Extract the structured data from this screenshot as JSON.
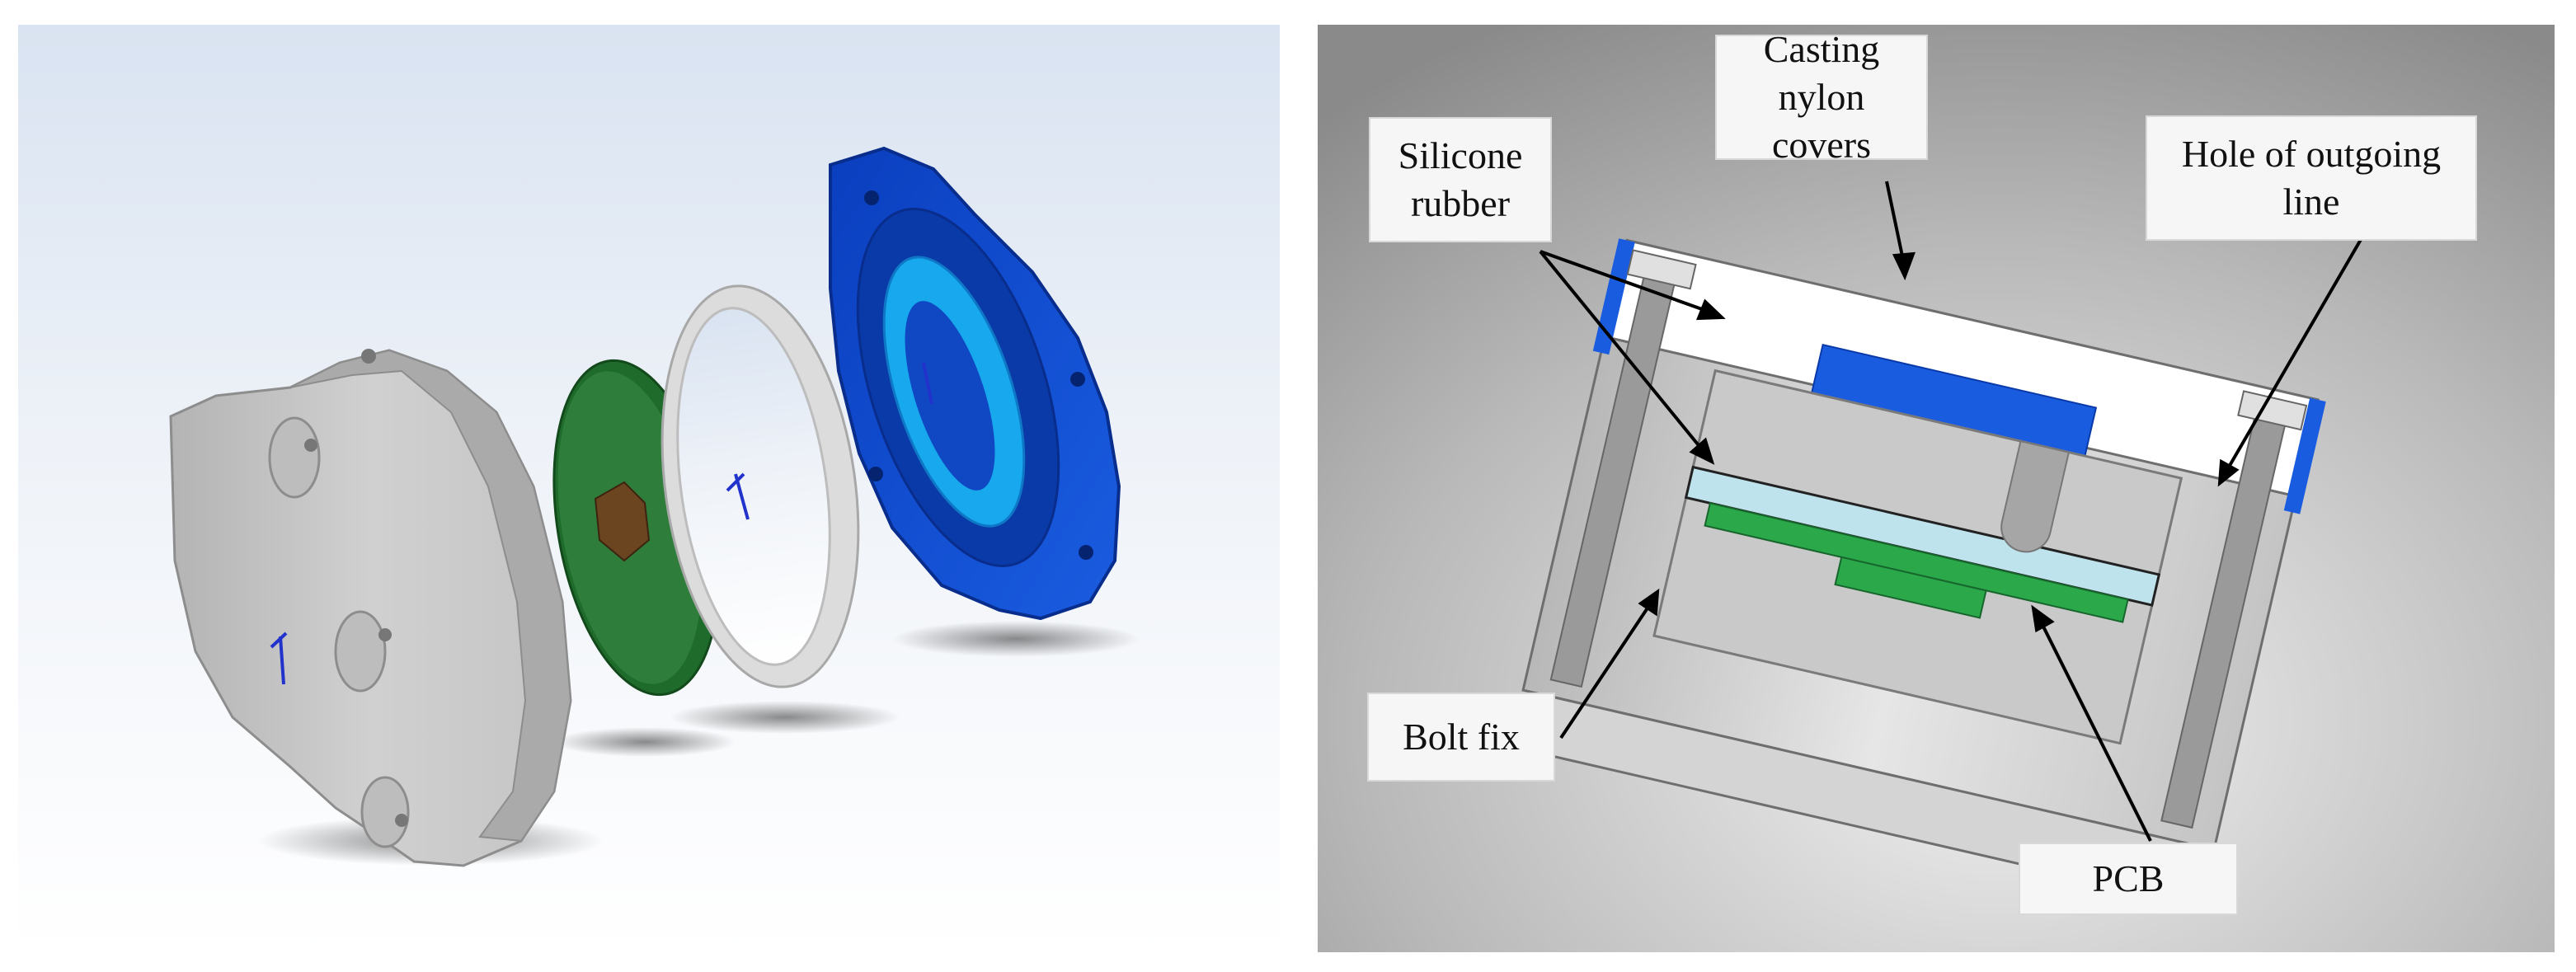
{
  "figure": {
    "left_panel": {
      "view": "exploded-assembly-3d"
    },
    "right_panel": {
      "view": "cross-section",
      "labels": {
        "casting_nylon_covers": "Casting nylon\ncovers",
        "silicone_rubber": "Silicone\nrubber",
        "hole_of_outgoing_line": "Hole of outgoing\nline",
        "bolt_fix": "Bolt fix",
        "pcb": "PCB"
      }
    }
  },
  "colors": {
    "gray_part": "#c8c8c8",
    "pcb_green": "#2e7d3a",
    "gasket_white": "#eeeeee",
    "cover_blue": "#1544c9",
    "rubber_light_blue": "#bfe3ec"
  }
}
